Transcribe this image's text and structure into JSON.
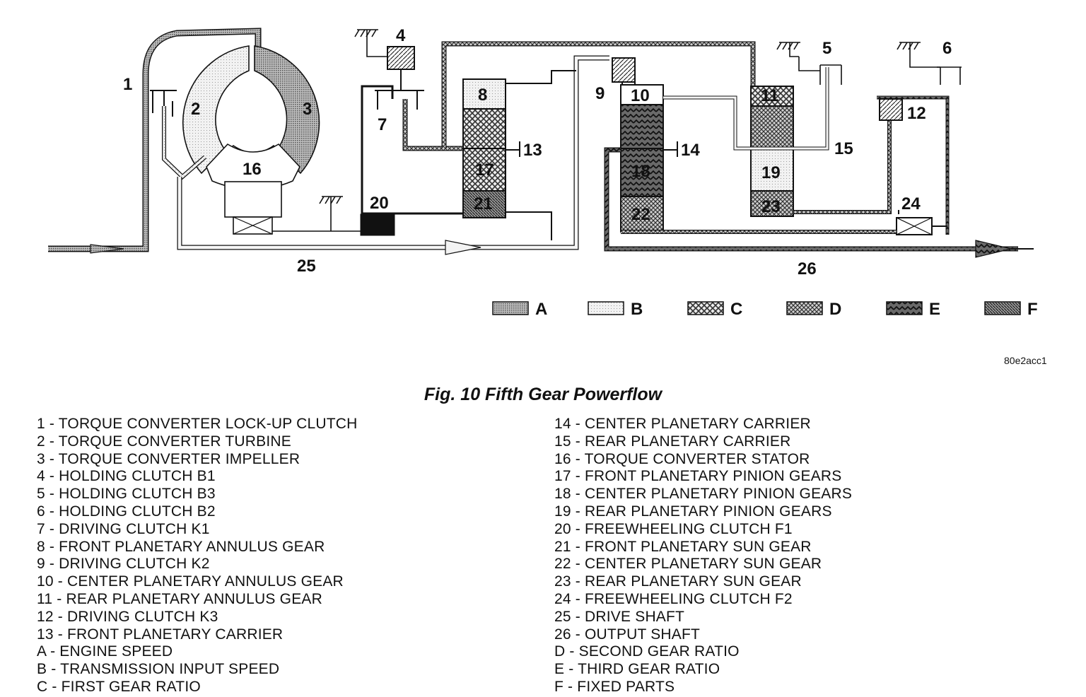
{
  "figure": {
    "title": "Fig. 10 Fifth Gear Powerflow",
    "code": "80e2acc1"
  },
  "diagram": {
    "labels": [
      "1",
      "2",
      "3",
      "4",
      "5",
      "6",
      "7",
      "8",
      "9",
      "10",
      "11",
      "12",
      "13",
      "14",
      "15",
      "16",
      "17",
      "18",
      "19",
      "20",
      "21",
      "22",
      "23",
      "24",
      "25",
      "26"
    ]
  },
  "legend": {
    "items": [
      {
        "key": "A",
        "pattern": "dots"
      },
      {
        "key": "B",
        "pattern": "light"
      },
      {
        "key": "C",
        "pattern": "checker"
      },
      {
        "key": "D",
        "pattern": "crosshatch"
      },
      {
        "key": "E",
        "pattern": "herringbone"
      },
      {
        "key": "F",
        "pattern": "dense"
      }
    ]
  },
  "key_list": {
    "left": [
      "1 - TORQUE CONVERTER LOCK-UP CLUTCH",
      "2 - TORQUE CONVERTER TURBINE",
      "3 - TORQUE CONVERTER IMPELLER",
      "4 - HOLDING CLUTCH B1",
      "5 - HOLDING CLUTCH B3",
      "6 - HOLDING CLUTCH B2",
      "7 - DRIVING CLUTCH K1",
      "8 - FRONT PLANETARY ANNULUS GEAR",
      "9 - DRIVING CLUTCH K2",
      "10 - CENTER PLANETARY ANNULUS GEAR",
      "11 - REAR PLANETARY ANNULUS GEAR",
      "12 - DRIVING CLUTCH K3",
      "13 - FRONT PLANETARY CARRIER",
      "A - ENGINE SPEED",
      "B - TRANSMISSION INPUT SPEED",
      "C - FIRST GEAR RATIO"
    ],
    "right": [
      "14 - CENTER PLANETARY CARRIER",
      "15 - REAR PLANETARY CARRIER",
      "16 - TORQUE CONVERTER STATOR",
      "17 - FRONT PLANETARY PINION GEARS",
      "18 - CENTER PLANETARY PINION GEARS",
      "19 - REAR PLANETARY PINION GEARS",
      "20 - FREEWHEELING CLUTCH F1",
      "21 - FRONT PLANETARY SUN GEAR",
      "22 - CENTER PLANETARY SUN GEAR",
      "23 - REAR PLANETARY SUN GEAR",
      "24 - FREEWHEELING CLUTCH F2",
      "25 - DRIVE SHAFT",
      "26 - OUTPUT SHAFT",
      "D - SECOND GEAR RATIO",
      "E - THIRD GEAR RATIO",
      "F - FIXED PARTS"
    ]
  }
}
